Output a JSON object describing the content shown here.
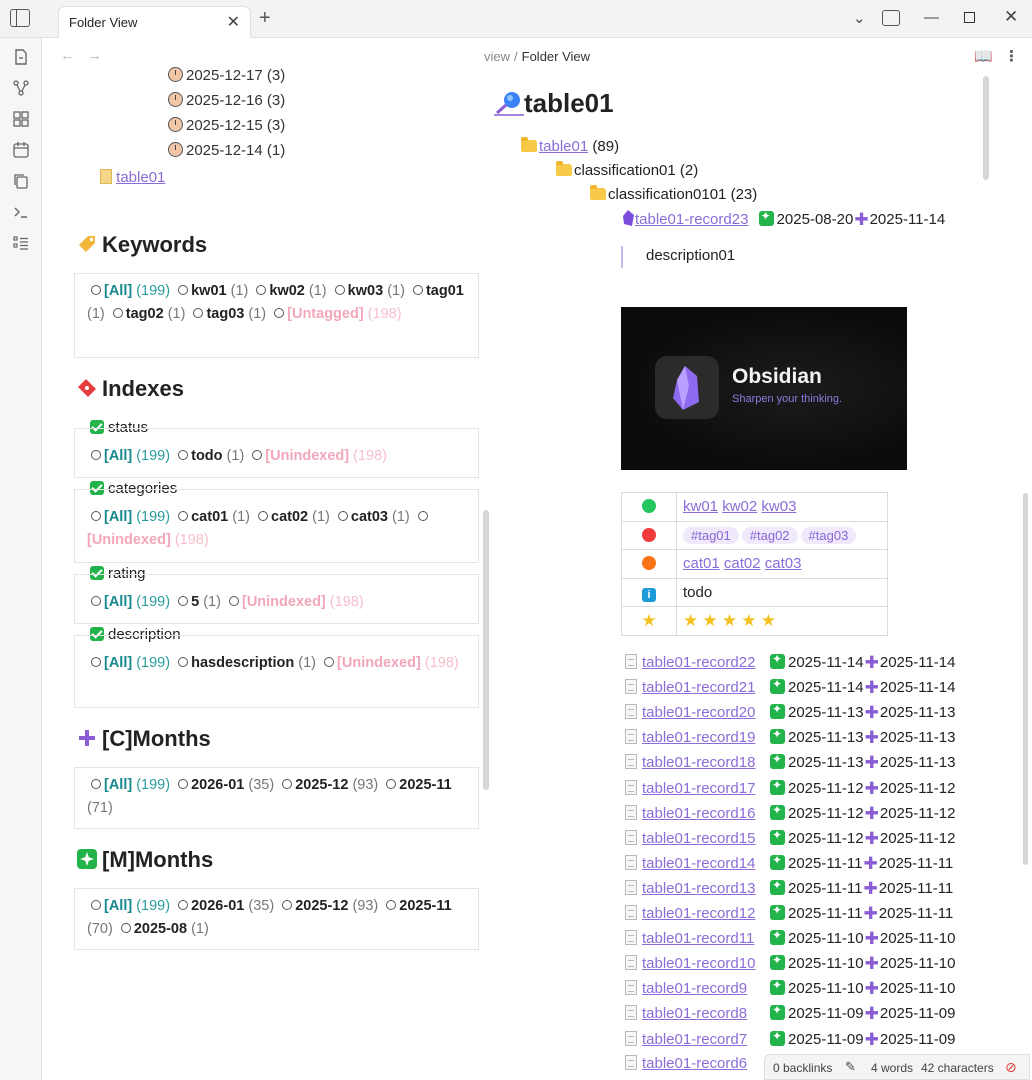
{
  "tab": {
    "title": "Folder View",
    "close": "✕",
    "new": "+"
  },
  "breadcrumb": {
    "parent": "view",
    "sep": "/",
    "current": "Folder View"
  },
  "left": {
    "dates": [
      "2025-12-17 (3)",
      "2025-12-16 (3)",
      "2025-12-15 (3)",
      "2025-12-14 (1)"
    ],
    "file_link": "table01",
    "keywords": {
      "title": "Keywords",
      "options": [
        {
          "label": "[All]",
          "count": "(199)",
          "kind": "all"
        },
        {
          "label": "kw01",
          "count": "(1)",
          "kind": "opt"
        },
        {
          "label": "kw02",
          "count": "(1)",
          "kind": "opt"
        },
        {
          "label": "kw03",
          "count": "(1)",
          "kind": "opt"
        },
        {
          "label": "tag01",
          "count": "(1)",
          "kind": "opt"
        },
        {
          "label": "tag02",
          "count": "(1)",
          "kind": "opt"
        },
        {
          "label": "tag03",
          "count": "(1)",
          "kind": "opt"
        },
        {
          "label": "[Untagged]",
          "count": "(198)",
          "kind": "un"
        }
      ]
    },
    "indexes": {
      "title": "Indexes",
      "groups": [
        {
          "label": "status",
          "options": [
            {
              "label": "[All]",
              "count": "(199)",
              "kind": "all"
            },
            {
              "label": "todo",
              "count": "(1)",
              "kind": "opt"
            },
            {
              "label": "[Unindexed]",
              "count": "(198)",
              "kind": "un"
            }
          ]
        },
        {
          "label": "categories",
          "options": [
            {
              "label": "[All]",
              "count": "(199)",
              "kind": "all"
            },
            {
              "label": "cat01",
              "count": "(1)",
              "kind": "opt"
            },
            {
              "label": "cat02",
              "count": "(1)",
              "kind": "opt"
            },
            {
              "label": "cat03",
              "count": "(1)",
              "kind": "opt"
            },
            {
              "label": "[Unindexed]",
              "count": "(198)",
              "kind": "un"
            }
          ]
        },
        {
          "label": "rating",
          "options": [
            {
              "label": "[All]",
              "count": "(199)",
              "kind": "all"
            },
            {
              "label": "5",
              "count": "(1)",
              "kind": "opt"
            },
            {
              "label": "[Unindexed]",
              "count": "(198)",
              "kind": "un"
            }
          ]
        },
        {
          "label": "description",
          "options": [
            {
              "label": "[All]",
              "count": "(199)",
              "kind": "all"
            },
            {
              "label": "hasdescription",
              "count": "(1)",
              "kind": "opt"
            },
            {
              "label": "[Unindexed]",
              "count": "(198)",
              "kind": "un"
            }
          ]
        }
      ]
    },
    "c_months": {
      "title": "[C]Months",
      "options": [
        {
          "label": "[All]",
          "count": "(199)",
          "kind": "all"
        },
        {
          "label": "2026-01",
          "count": "(35)",
          "kind": "opt"
        },
        {
          "label": "2025-12",
          "count": "(93)",
          "kind": "opt"
        },
        {
          "label": "2025-11",
          "count": "(71)",
          "kind": "opt"
        }
      ]
    },
    "m_months": {
      "title": "[M]Months",
      "options": [
        {
          "label": "[All]",
          "count": "(199)",
          "kind": "all"
        },
        {
          "label": "2026-01",
          "count": "(35)",
          "kind": "opt"
        },
        {
          "label": "2025-12",
          "count": "(93)",
          "kind": "opt"
        },
        {
          "label": "2025-11",
          "count": "(70)",
          "kind": "opt"
        },
        {
          "label": "2025-08",
          "count": "(1)",
          "kind": "opt"
        }
      ]
    }
  },
  "right": {
    "title": "table01",
    "tree": {
      "root": "table01",
      "root_count": "(89)",
      "level1": "classification01 (2)",
      "level2": "classification0101 (23)",
      "record": "table01-record23",
      "modified": "2025-08-20",
      "created": "2025-11-14"
    },
    "description": "description01",
    "banner": {
      "title": "Obsidian",
      "subtitle": "Sharpen your thinking."
    },
    "props": {
      "keywords": [
        "kw01",
        "kw02",
        "kw03"
      ],
      "tags": [
        "#tag01",
        "#tag02",
        "#tag03"
      ],
      "categories": [
        "cat01",
        "cat02",
        "cat03"
      ],
      "status": "todo",
      "rating": 5,
      "colors": {
        "green": "#22c55e",
        "red": "#ef3b3b",
        "orange": "#f97316"
      }
    },
    "records": [
      {
        "name": "table01-record22",
        "m": "2025-11-14",
        "c": "2025-11-14"
      },
      {
        "name": "table01-record21",
        "m": "2025-11-14",
        "c": "2025-11-14"
      },
      {
        "name": "table01-record20",
        "m": "2025-11-13",
        "c": "2025-11-13"
      },
      {
        "name": "table01-record19",
        "m": "2025-11-13",
        "c": "2025-11-13"
      },
      {
        "name": "table01-record18",
        "m": "2025-11-13",
        "c": "2025-11-13"
      },
      {
        "name": "table01-record17",
        "m": "2025-11-12",
        "c": "2025-11-12"
      },
      {
        "name": "table01-record16",
        "m": "2025-11-12",
        "c": "2025-11-12"
      },
      {
        "name": "table01-record15",
        "m": "2025-11-12",
        "c": "2025-11-12"
      },
      {
        "name": "table01-record14",
        "m": "2025-11-11",
        "c": "2025-11-11"
      },
      {
        "name": "table01-record13",
        "m": "2025-11-11",
        "c": "2025-11-11"
      },
      {
        "name": "table01-record12",
        "m": "2025-11-11",
        "c": "2025-11-11"
      },
      {
        "name": "table01-record11",
        "m": "2025-11-10",
        "c": "2025-11-10"
      },
      {
        "name": "table01-record10",
        "m": "2025-11-10",
        "c": "2025-11-10"
      },
      {
        "name": "table01-record9",
        "m": "2025-11-10",
        "c": "2025-11-10"
      },
      {
        "name": "table01-record8",
        "m": "2025-11-09",
        "c": "2025-11-09"
      },
      {
        "name": "table01-record7",
        "m": "2025-11-09",
        "c": "2025-11-09"
      },
      {
        "name": "table01-record6",
        "m": "",
        "c": ""
      }
    ]
  },
  "status_bar": {
    "backlinks": "0 backlinks",
    "words": "4 words",
    "characters": "42 characters"
  }
}
